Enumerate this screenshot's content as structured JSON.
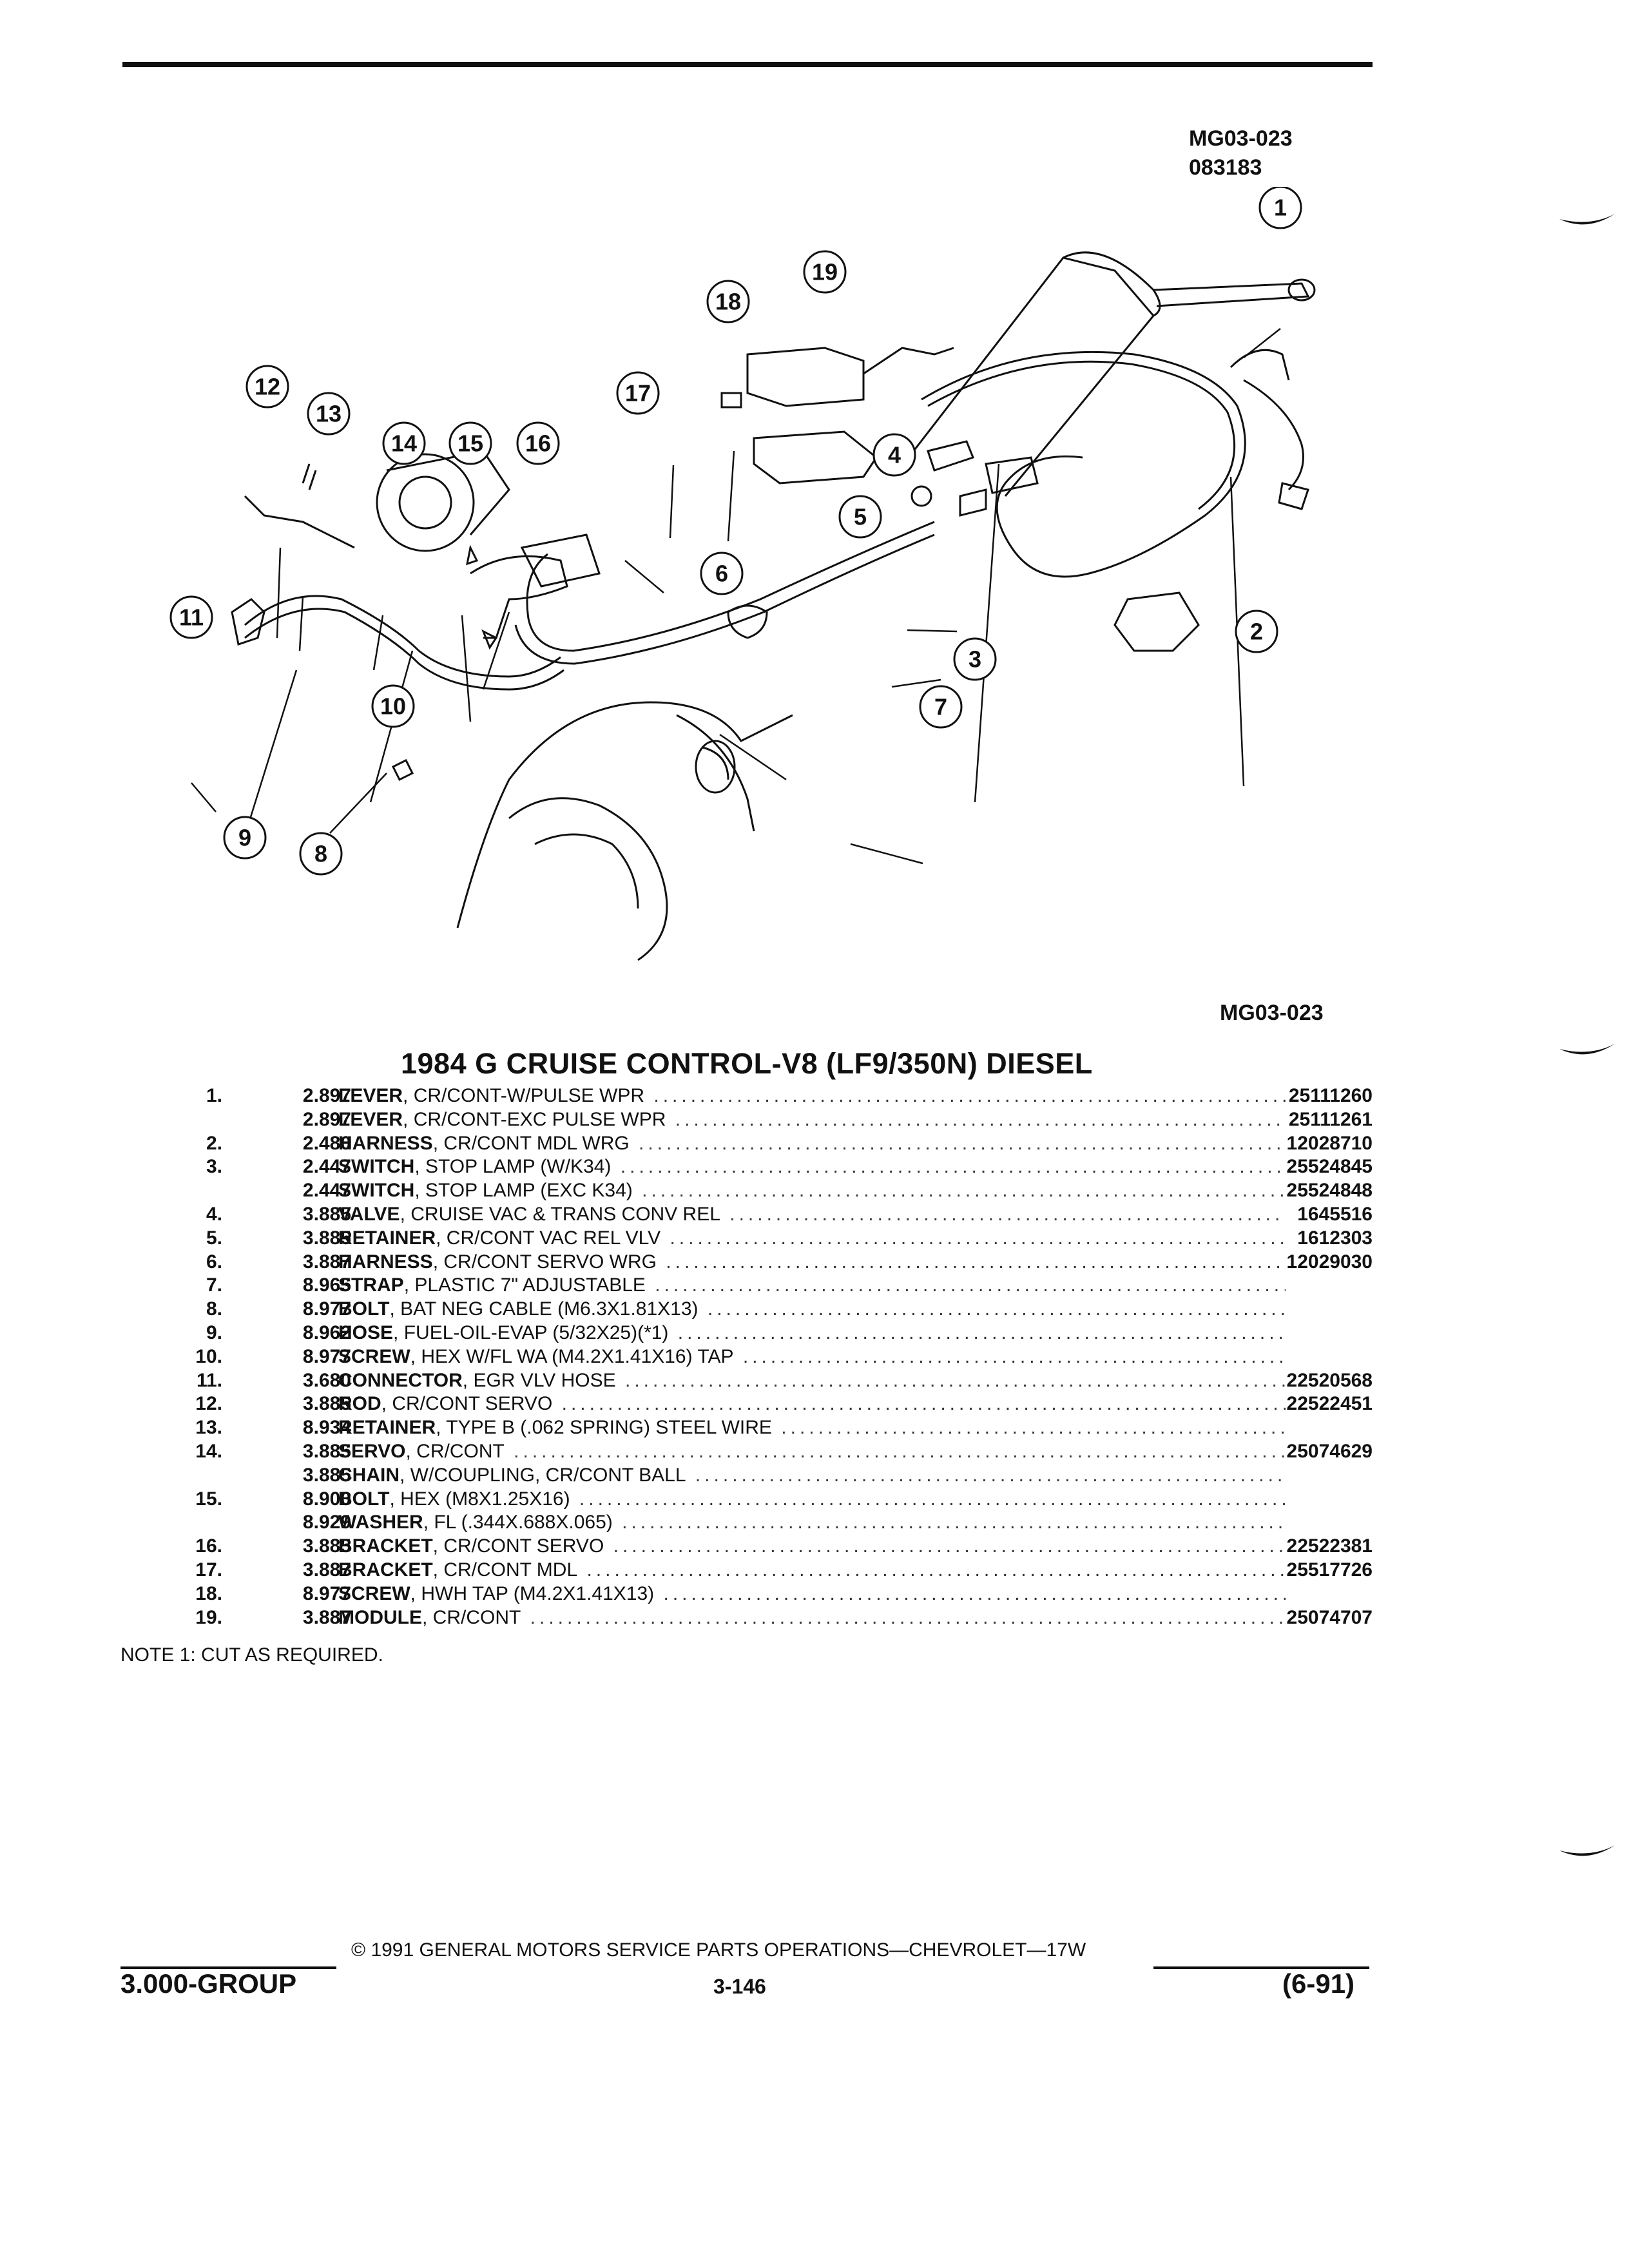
{
  "header": {
    "ref_code_top": "MG03-023",
    "ref_date_top": "083183",
    "ref_code_bottom": "MG03-023"
  },
  "illustration": {
    "callouts": [
      "1",
      "2",
      "3",
      "4",
      "5",
      "6",
      "7",
      "8",
      "9",
      "10",
      "11",
      "12",
      "13",
      "14",
      "15",
      "16",
      "17",
      "18",
      "19"
    ]
  },
  "title": "1984 G CRUISE CONTROL-V8 (LF9/350N) DIESEL",
  "parts": [
    {
      "line": "1.",
      "code": "2.897",
      "name": "LEVER",
      "detail": ", CR/CONT-W/PULSE WPR",
      "part": "25111260"
    },
    {
      "line": "",
      "code": "2.897",
      "name": "LEVER",
      "detail": ", CR/CONT-EXC PULSE WPR",
      "part": "25111261"
    },
    {
      "line": "2.",
      "code": "2.480",
      "name": "HARNESS",
      "detail": ", CR/CONT MDL WRG",
      "part": "12028710"
    },
    {
      "line": "3.",
      "code": "2.447",
      "name": "SWITCH",
      "detail": ", STOP LAMP (W/K34)",
      "part": "25524845"
    },
    {
      "line": "",
      "code": "2.447",
      "name": "SWITCH",
      "detail": ", STOP LAMP (EXC K34)",
      "part": "25524848"
    },
    {
      "line": "4.",
      "code": "3.885",
      "name": "VALVE",
      "detail": ", CRUISE VAC & TRANS CONV REL",
      "part": "1645516"
    },
    {
      "line": "5.",
      "code": "3.885",
      "name": "RETAINER",
      "detail": ", CR/CONT VAC REL VLV",
      "part": "1612303"
    },
    {
      "line": "6.",
      "code": "3.887",
      "name": "HARNESS",
      "detail": ", CR/CONT SERVO WRG",
      "part": "12029030"
    },
    {
      "line": "7.",
      "code": "8.965",
      "name": "STRAP",
      "detail": ", PLASTIC 7\" ADJUSTABLE",
      "part": ""
    },
    {
      "line": "8.",
      "code": "8.977",
      "name": "BOLT",
      "detail": ", BAT NEG CABLE (M6.3X1.81X13)",
      "part": ""
    },
    {
      "line": "9.",
      "code": "8.962",
      "name": "HOSE",
      "detail": ", FUEL-OIL-EVAP (5/32X25)(*1)",
      "part": ""
    },
    {
      "line": "10.",
      "code": "8.977",
      "name": "SCREW",
      "detail": ", HEX W/FL WA (M4.2X1.41X16) TAP",
      "part": ""
    },
    {
      "line": "11.",
      "code": "3.680",
      "name": "CONNECTOR",
      "detail": ", EGR VLV HOSE",
      "part": "22520568"
    },
    {
      "line": "12.",
      "code": "3.885",
      "name": "ROD",
      "detail": ", CR/CONT SERVO",
      "part": "22522451"
    },
    {
      "line": "13.",
      "code": "8.934",
      "name": "RETAINER",
      "detail": ", TYPE B (.062 SPRING) STEEL WIRE",
      "part": ""
    },
    {
      "line": "14.",
      "code": "3.885",
      "name": "SERVO",
      "detail": ", CR/CONT",
      "part": "25074629"
    },
    {
      "line": "",
      "code": "3.885",
      "name": "CHAIN",
      "detail": ", W/COUPLING, CR/CONT BALL",
      "part": ""
    },
    {
      "line": "15.",
      "code": "8.900",
      "name": "BOLT",
      "detail": ", HEX (M8X1.25X16)",
      "part": ""
    },
    {
      "line": "",
      "code": "8.929",
      "name": "WASHER",
      "detail": ", FL (.344X.688X.065)",
      "part": ""
    },
    {
      "line": "16.",
      "code": "3.885",
      "name": "BRACKET",
      "detail": ", CR/CONT SERVO",
      "part": "22522381"
    },
    {
      "line": "17.",
      "code": "3.887",
      "name": "BRACKET",
      "detail": ", CR/CONT MDL",
      "part": "25517726"
    },
    {
      "line": "18.",
      "code": "8.977",
      "name": "SCREW",
      "detail": ", HWH TAP (M4.2X1.41X13)",
      "part": ""
    },
    {
      "line": "19.",
      "code": "3.887",
      "name": "MODULE",
      "detail": ", CR/CONT",
      "part": "25074707"
    }
  ],
  "note": "NOTE  1:  CUT AS REQUIRED.",
  "footer": {
    "copyright": "© 1991 GENERAL MOTORS SERVICE PARTS OPERATIONS—CHEVROLET—17W",
    "group": "3.000-GROUP",
    "page": "3-146",
    "date": "(6-91)"
  }
}
